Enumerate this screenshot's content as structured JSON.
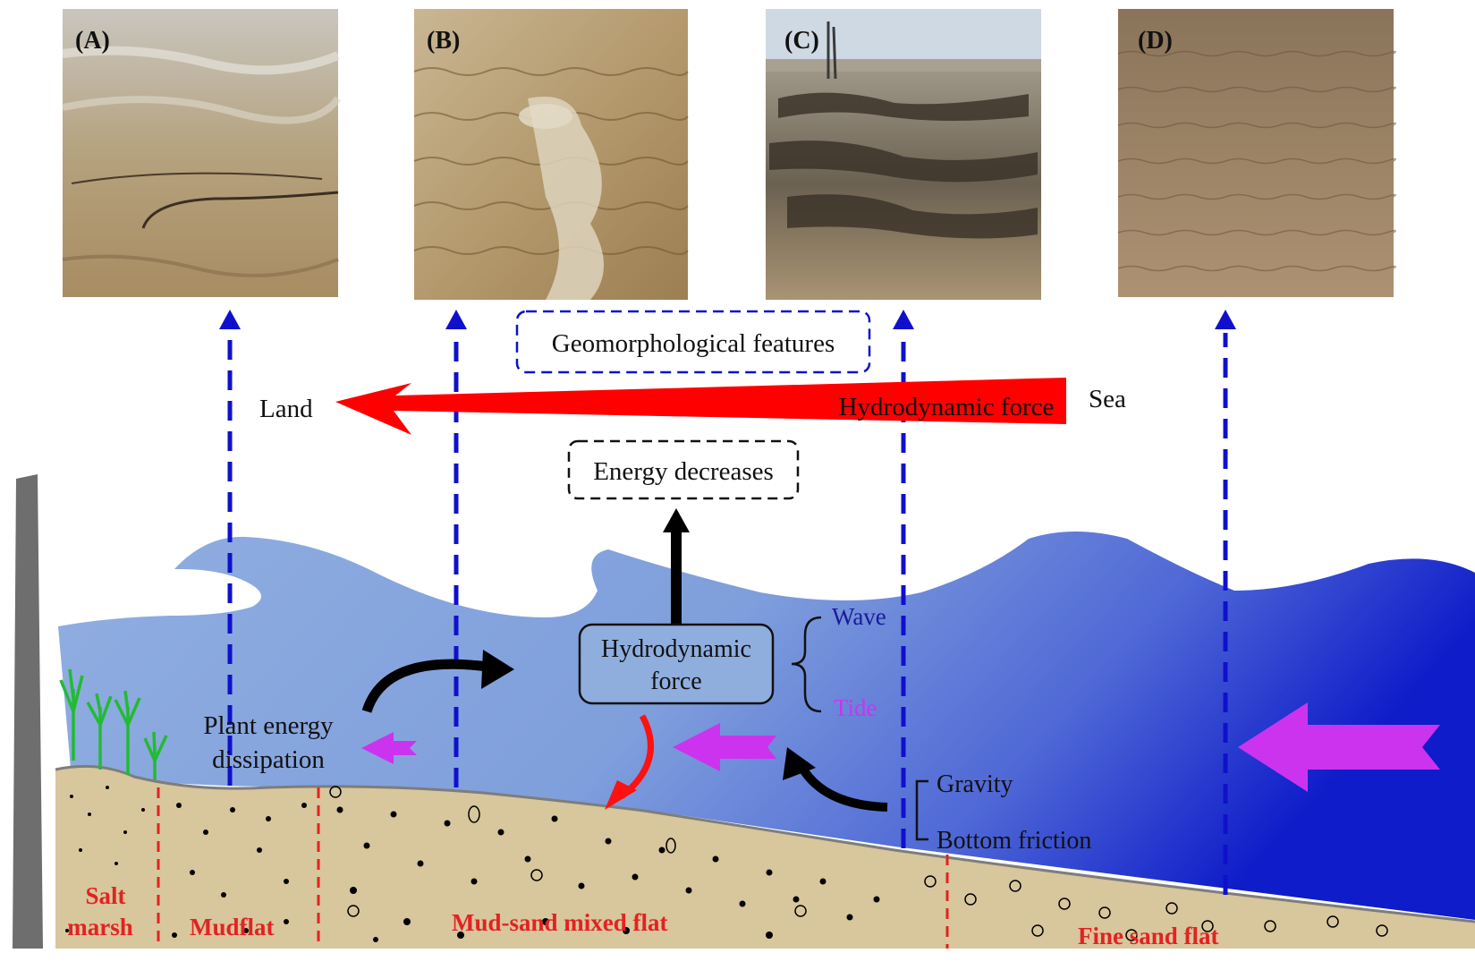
{
  "photos": [
    {
      "label": "(A)",
      "description": "Tidal flat with shallow water pools and ripple marks"
    },
    {
      "label": "(B)",
      "description": "Sand ripples with pale mud patches"
    },
    {
      "label": "(C)",
      "description": "Eroded dark mud-sand platforms and distant poles"
    },
    {
      "label": "(D)",
      "description": "Uniform fine sand ripple field"
    }
  ],
  "labels": {
    "geomorphological": "Geomorphological features",
    "land": "Land",
    "sea": "Sea",
    "hydro_arrow": "Hydrodynamic force",
    "energy": "Energy decreases",
    "hydro_box_line1": "Hydrodynamic",
    "hydro_box_line2": "force",
    "wave": "Wave",
    "tide": "Tide",
    "plant_line1": "Plant energy",
    "plant_line2": "dissipation",
    "gravity": "Gravity",
    "bottom_friction": "Bottom friction"
  },
  "zones": {
    "salt_line1": "Salt",
    "salt_line2": "marsh",
    "mudflat": "Mudflat",
    "mixed": "Mud-sand mixed flat",
    "fine_sand": "Fine sand flat"
  },
  "colors": {
    "hydro_arrow": "#ff0000",
    "tide_arrow": "#cc33ee",
    "blue_dashed": "#1010cc",
    "wave_text": "#1a1a9a",
    "tide_text": "#cc33ee",
    "zone_text": "#e32222",
    "sediment": "#d8c69c",
    "water_light": "#8fadde",
    "water_dark": "#0e1cc9",
    "vegetation": "#22bb33",
    "seawall": "#6e6e6e"
  }
}
